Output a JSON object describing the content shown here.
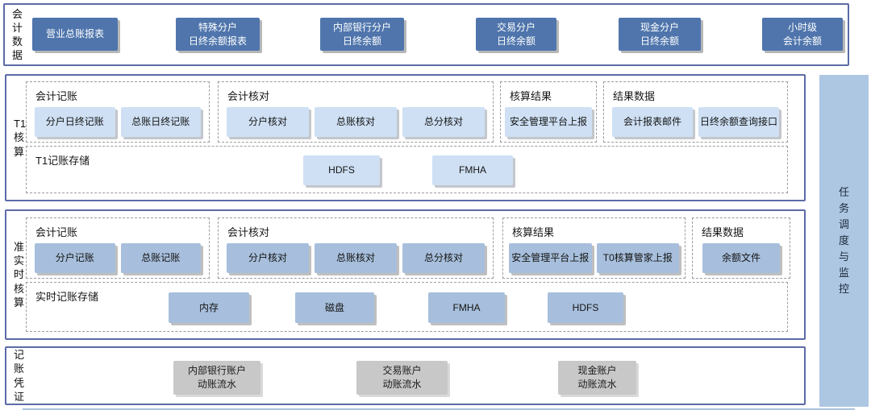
{
  "accounting_data_band": {
    "label": "会计数据",
    "boxes": [
      "营业总账报表",
      "特殊分户\n日终余额报表",
      "内部银行分户\n日终余额",
      "交易分户\n日终余额",
      "现金分户\n日终余额",
      "小时级\n会计余额"
    ]
  },
  "t1_band": {
    "label": "T1核算",
    "groups": [
      {
        "title": "会计记账",
        "items": [
          "分户日终记账",
          "总账日终记账"
        ]
      },
      {
        "title": "会计核对",
        "items": [
          "分户核对",
          "总账核对",
          "总分核对"
        ]
      },
      {
        "title": "核算结果",
        "items": [
          "安全管理平台上报"
        ]
      },
      {
        "title": "结果数据",
        "items": [
          "会计报表邮件",
          "日终余额查询接口"
        ]
      }
    ],
    "storage": {
      "title": "T1记账存储",
      "items": [
        "HDFS",
        "FMHA"
      ]
    }
  },
  "realtime_band": {
    "label": "准实时核算",
    "groups": [
      {
        "title": "会计记账",
        "items": [
          "分户记账",
          "总账记账"
        ]
      },
      {
        "title": "会计核对",
        "items": [
          "分户核对",
          "总账核对",
          "总分核对"
        ]
      },
      {
        "title": "核算结果",
        "items": [
          "安全管理平台上报",
          "T0核算管家上报"
        ]
      },
      {
        "title": "结果数据",
        "items": [
          "余额文件"
        ]
      }
    ],
    "storage": {
      "title": "实时记账存储",
      "items": [
        "内存",
        "磁盘",
        "FMHA",
        "HDFS"
      ]
    }
  },
  "voucher_band": {
    "label": "记账凭证",
    "boxes": [
      "内部银行账户\n动账流水",
      "交易账户\n动账流水",
      "现金账户\n动账流水"
    ]
  },
  "scheduler_bar": {
    "label": "任务调度与监控"
  },
  "colors": {
    "dark_box": "#4f75ac",
    "light_box": "#cfe0f4",
    "medium_box": "#a7bfdc",
    "gray_box": "#c8c8c8",
    "band_border": "#5d6ba6",
    "sidebar_fill": "#adc6e2"
  }
}
